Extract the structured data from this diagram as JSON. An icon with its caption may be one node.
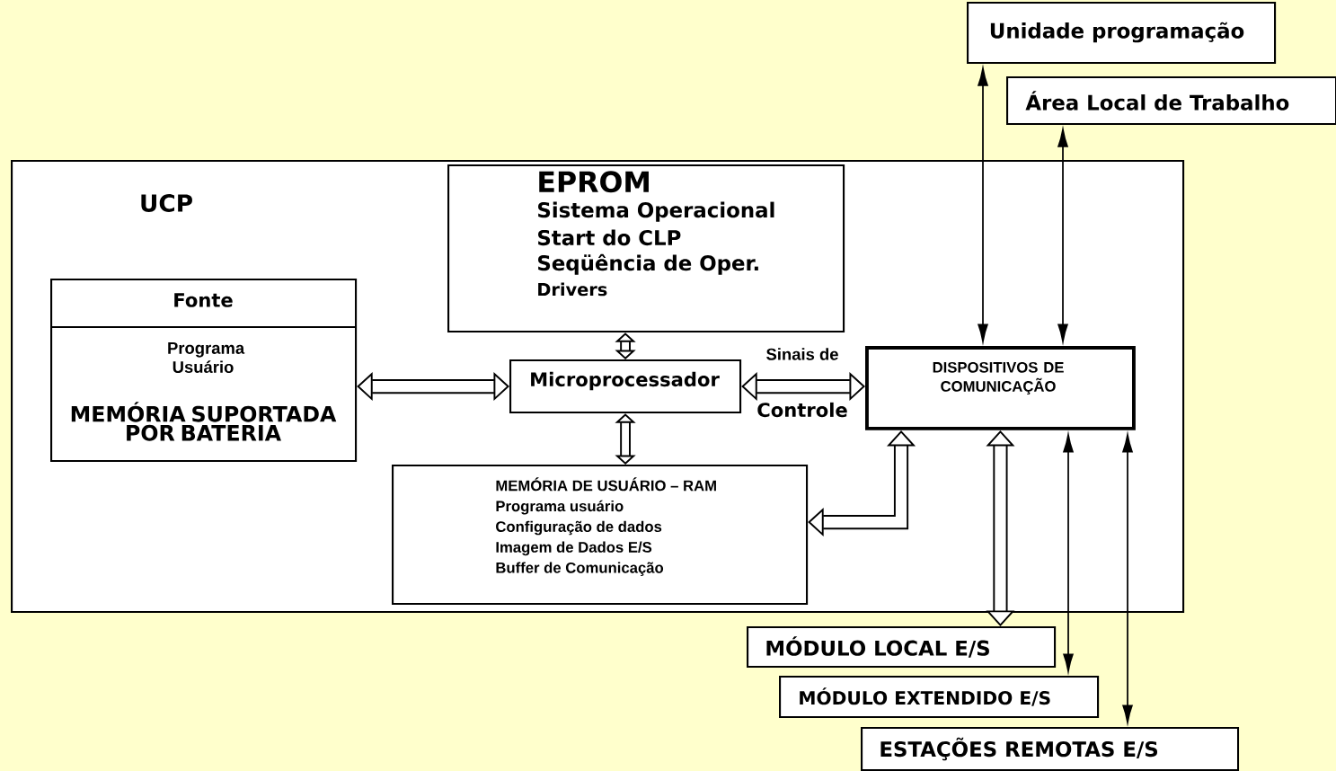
{
  "diagram": {
    "nodes": [
      {
        "text": [
          "UCP"
        ]
      },
      {
        "text": [
          "EPROM",
          "Sistema Operacional",
          "Start do CLP",
          "Seqüência de Oper.",
          "Drivers"
        ],
        "in": 0
      },
      {
        "text": [
          "Fonte",
          "Programa Usuário",
          "MEMÓRIA SUPORTADA POR BATERIA"
        ],
        "in": 0
      },
      {
        "text": [
          "Microprocessador"
        ],
        "in": 0
      },
      {
        "text": [
          "MEMÓRIA DE USUÁRIO – RAM",
          "Programa usuário",
          "Configuração de dados",
          "Imagem de Dados E/S",
          "Buffer de Comunicação"
        ],
        "in": 0
      },
      {
        "text": [
          "DISPOSITIVOS DE COMUNICAÇÃO"
        ],
        "in": 0
      },
      {
        "text": [
          "Unidade programação"
        ]
      },
      {
        "text": [
          "Área Local de Trabalho"
        ]
      },
      {
        "text": [
          "MÓDULO LOCAL E/S"
        ]
      },
      {
        "text": [
          "MÓDULO EXTENDIDO E/S"
        ]
      },
      {
        "text": [
          "ESTAÇÕES REMOTAS E/S"
        ]
      }
    ],
    "edges": [
      {
        "from": 2,
        "to": 3,
        "arrow": "both"
      },
      {
        "from": 1,
        "to": 3,
        "arrow": "both"
      },
      {
        "from": 3,
        "to": 4,
        "arrow": "both"
      },
      {
        "from": 3,
        "to": 5,
        "arrow": "both",
        "label": "Sinais de"
      },
      {
        "from": 4,
        "to": 5,
        "arrow": "both"
      },
      {
        "from": 5,
        "to": 8,
        "arrow": "both"
      },
      {
        "from": 6,
        "to": 5,
        "arrow": "both"
      },
      {
        "from": 7,
        "to": 5,
        "arrow": "both"
      },
      {
        "from": 5,
        "to": 9,
        "arrow": "both"
      },
      {
        "from": 5,
        "to": 10,
        "arrow": "both"
      }
    ],
    "labels": [
      "Controle"
    ]
  }
}
